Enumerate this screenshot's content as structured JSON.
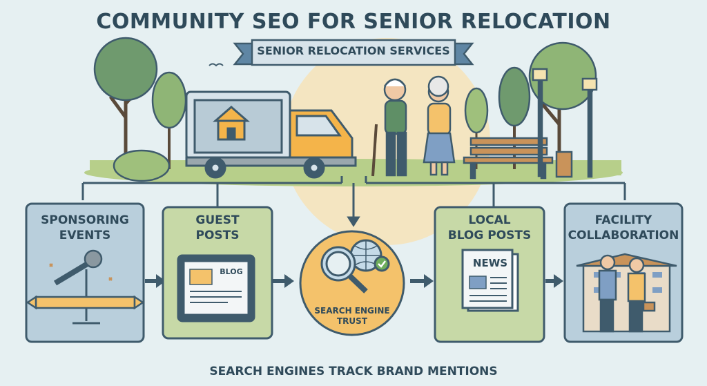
{
  "title": "COMMUNITY SEO FOR SENIOR RELOCATION",
  "banner": "SENIOR RELOCATION SERVICES",
  "steps": [
    {
      "title_line1": "SPONSORING",
      "title_line2": "EVENTS",
      "icon": "microphone-icon"
    },
    {
      "title_line1": "GUEST",
      "title_line2": "POSTS",
      "icon": "tablet-blog-icon",
      "screen_label": "BLOG"
    },
    {
      "title_line1": "LOCAL",
      "title_line2": "BLOG POSTS",
      "icon": "newspaper-icon",
      "screen_label": "NEWS"
    },
    {
      "title_line1": "FACILITY",
      "title_line2": "COLLABORATION",
      "icon": "handshake-icon"
    }
  ],
  "center": {
    "line1": "SEARCH ENGINE",
    "line2": "TRUST",
    "icon": "magnifier-globe-icon"
  },
  "footer": "SEARCH ENGINES TRACK BRAND MENTIONS",
  "colors": {
    "blue_card": "#b9cfdc",
    "green_card": "#c7d9a7",
    "circle": "#f4c26b",
    "outline": "#3f5b6c",
    "text": "#2f4a5a"
  }
}
